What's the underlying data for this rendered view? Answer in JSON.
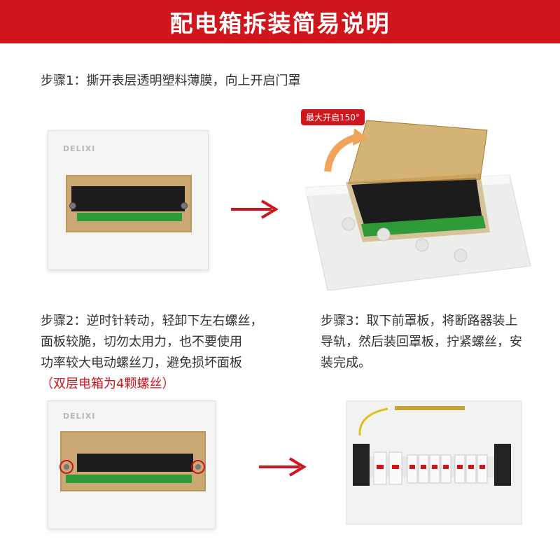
{
  "header": {
    "title": "配电箱拆装简易说明"
  },
  "steps": [
    {
      "lines": [
        "步骤1：撕开表层透明塑料薄膜，向上开启门罩"
      ]
    },
    {
      "lines": [
        "步骤2：逆时针转动，轻卸下左右螺丝，",
        "面板较脆，切勿太用力，也不要使用",
        "功率较大电动螺丝刀，避免损坏面板"
      ],
      "note": "（双层电箱为4颗螺丝）"
    },
    {
      "lines": [
        "步骤3：取下前罩板，将断路器装上",
        "导轨，然后装回罩板，拧紧螺丝，安",
        "装完成。"
      ]
    }
  ],
  "badge": {
    "text": "最大开启150°"
  },
  "brand": {
    "text": "DELIXI"
  },
  "colors": {
    "header": "#d0161c",
    "arrow": "#d0161c"
  }
}
